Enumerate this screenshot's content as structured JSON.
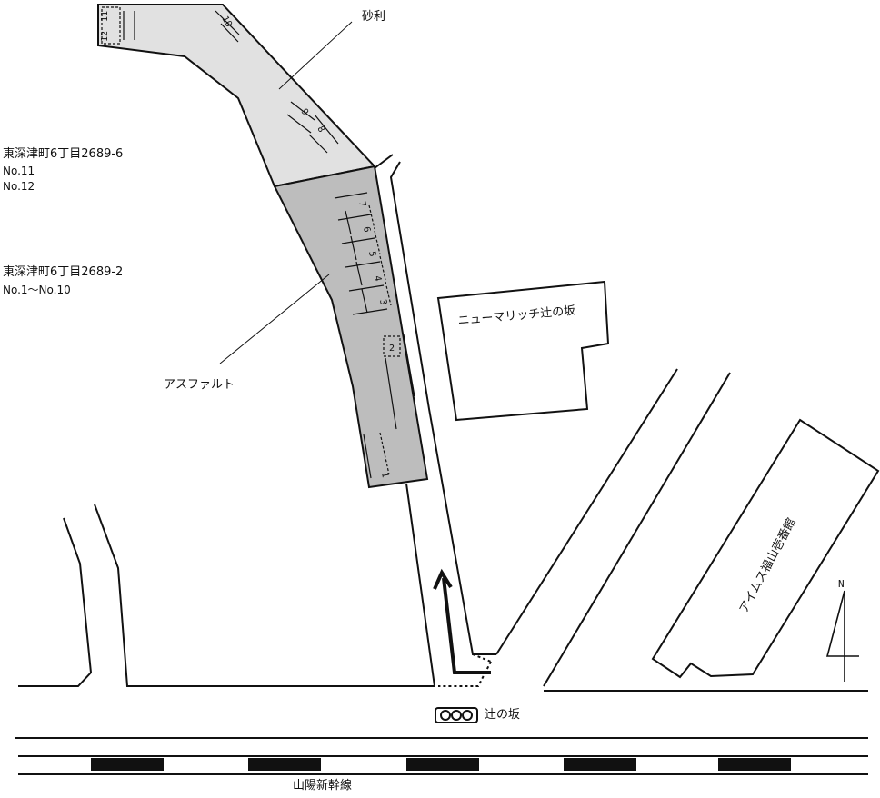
{
  "labels": {
    "gravel": "砂利",
    "asphalt": "アスファルト",
    "address1": "東深津町6丁目2689-6",
    "address1_nos": [
      "No.11",
      "No.12"
    ],
    "address2": "東深津町6丁目2689-2",
    "address2_nos": "No.1～No.10",
    "building1": "ニューマリッチ辻の坂",
    "building2": "アイムス福山壱番館",
    "signal": "辻の坂",
    "railway": "山陽新幹線",
    "north": "N"
  },
  "spaces": [
    "1",
    "2",
    "3",
    "4",
    "5",
    "6",
    "7",
    "8",
    "9",
    "10",
    "11",
    "12"
  ],
  "colors": {
    "gravel": "#e1e1e1",
    "asphalt": "#bdbdbd",
    "line": "#111111"
  },
  "icons": [
    "traffic-signal-icon",
    "north-arrow-icon",
    "direction-arrow-icon"
  ]
}
